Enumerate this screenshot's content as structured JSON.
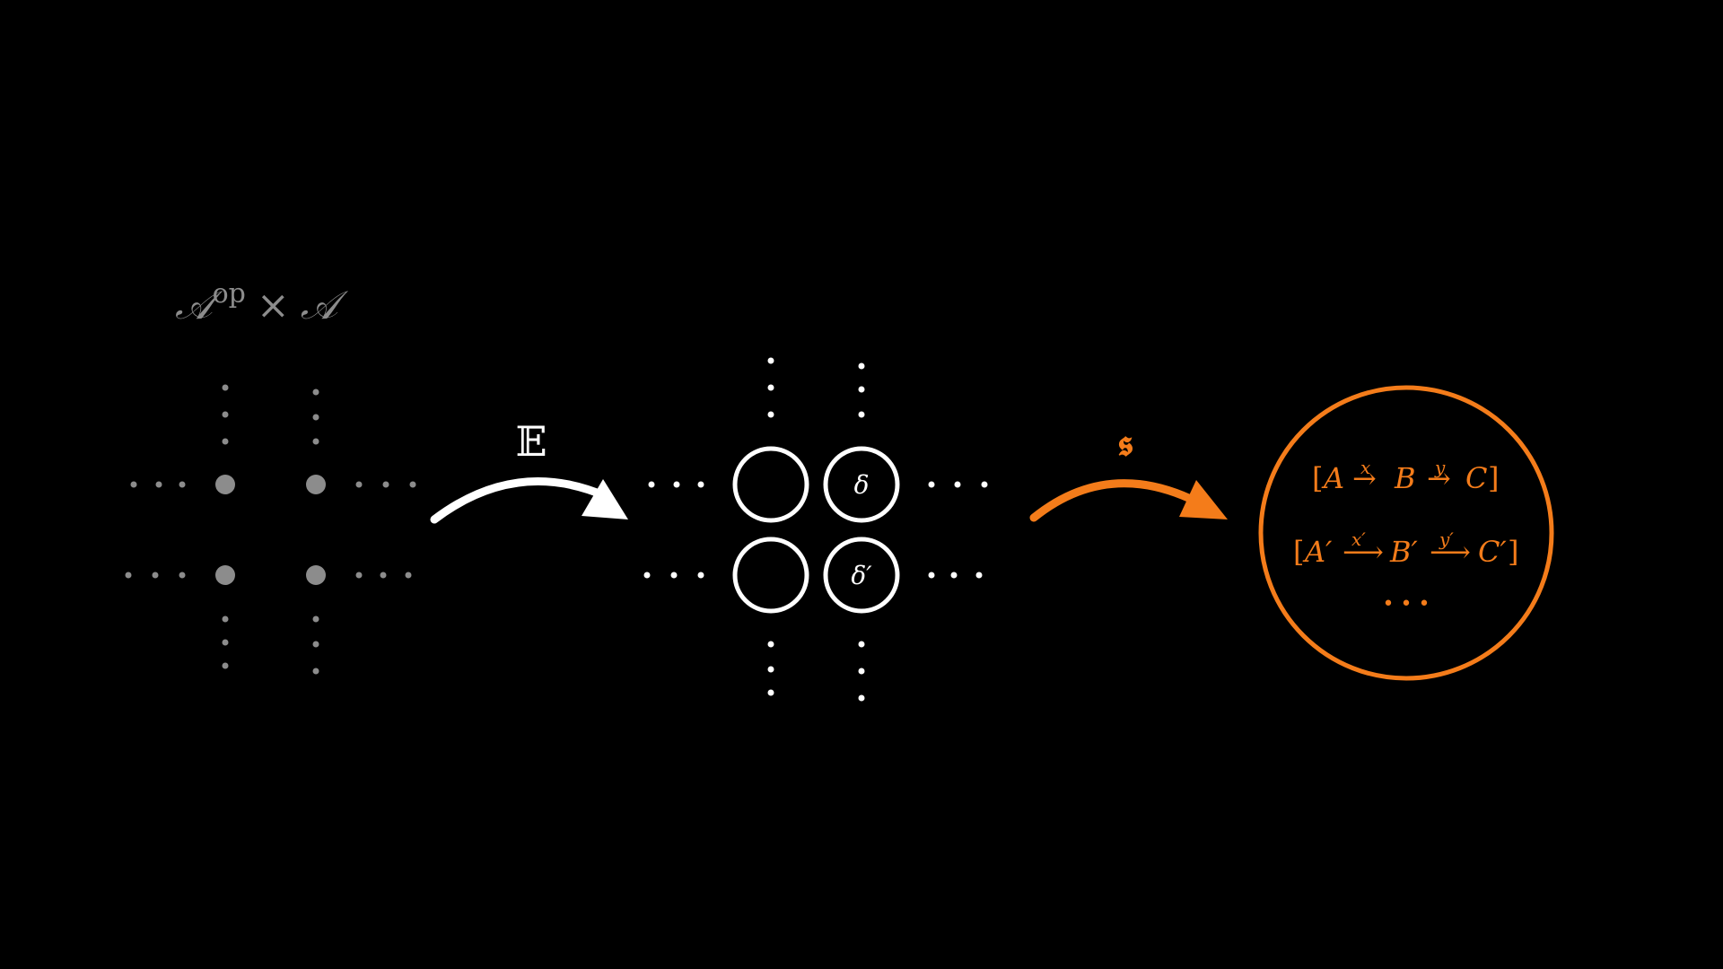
{
  "colors": {
    "background": "#000000",
    "gray": "#8c8c8c",
    "white": "#ffffff",
    "orange": "#f47c1a"
  },
  "left_block": {
    "label_script_A": "𝒜",
    "label_op": "op",
    "label_times": "×",
    "label_script_A2": "𝒜"
  },
  "arrow_e": {
    "label": "𝔼"
  },
  "middle_block": {
    "delta": "δ",
    "delta_prime": "δ′"
  },
  "arrow_s": {
    "label": "𝖘"
  },
  "result_circle": {
    "row1": {
      "open": "[",
      "A": "A",
      "x": "x",
      "B": "B",
      "y": "y",
      "C": "C",
      "close": "]"
    },
    "row2": {
      "open": "[",
      "A": "A′",
      "x": "x′",
      "B": "B′",
      "y": "y′",
      "C": "C′",
      "close": "]"
    },
    "ellipsis": "• • •"
  }
}
